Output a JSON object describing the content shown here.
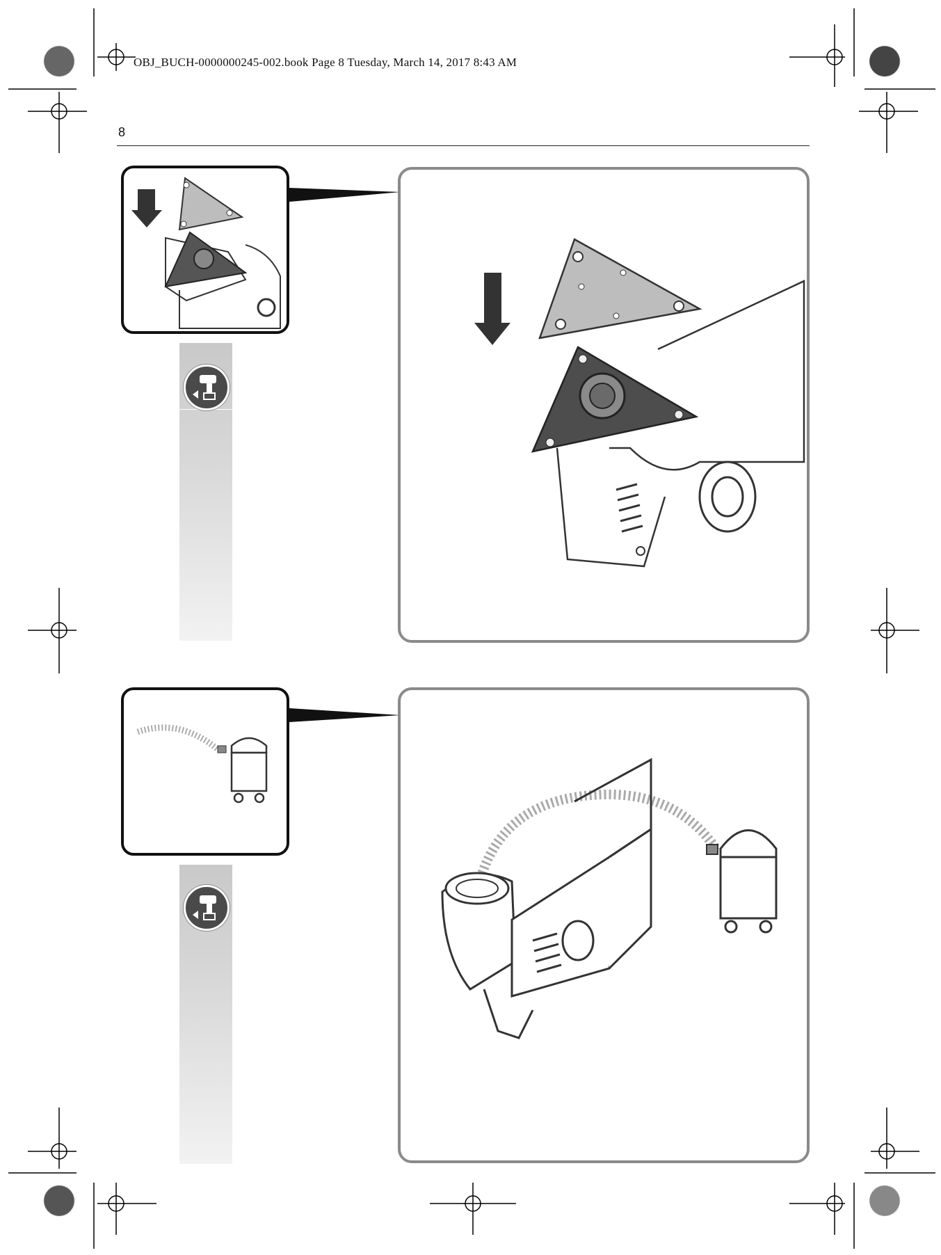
{
  "header": {
    "print_line": "OBJ_BUCH-0000000245-002.book  Page 8  Tuesday, March 14, 2017  8:43 AM",
    "page_number": "8"
  },
  "figures": [
    {
      "id": "fig1",
      "icon": "battery-removed-icon"
    },
    {
      "id": "fig2",
      "icon": "battery-removed-icon"
    }
  ],
  "colors": {
    "panel_border": "#8a8a8a",
    "thumb_border": "#111111",
    "side_bar": "#cccccc"
  }
}
